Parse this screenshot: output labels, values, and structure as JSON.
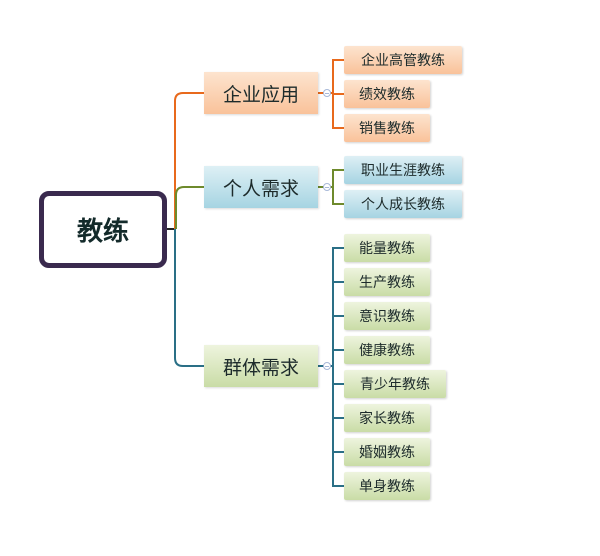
{
  "root": {
    "label": "教练"
  },
  "branches": [
    {
      "label": "企业应用",
      "color": "#e8691c",
      "children": [
        "企业高管教练",
        "绩效教练",
        "销售教练"
      ]
    },
    {
      "label": "个人需求",
      "color": "#6e8a2c",
      "children": [
        "职业生涯教练",
        "个人成长教练"
      ]
    },
    {
      "label": "群体需求",
      "color": "#2a6f86",
      "children": [
        "能量教练",
        "生产教练",
        "意识教练",
        "健康教练",
        "青少年教练",
        "家长教练",
        "婚姻教练",
        "单身教练"
      ]
    }
  ]
}
